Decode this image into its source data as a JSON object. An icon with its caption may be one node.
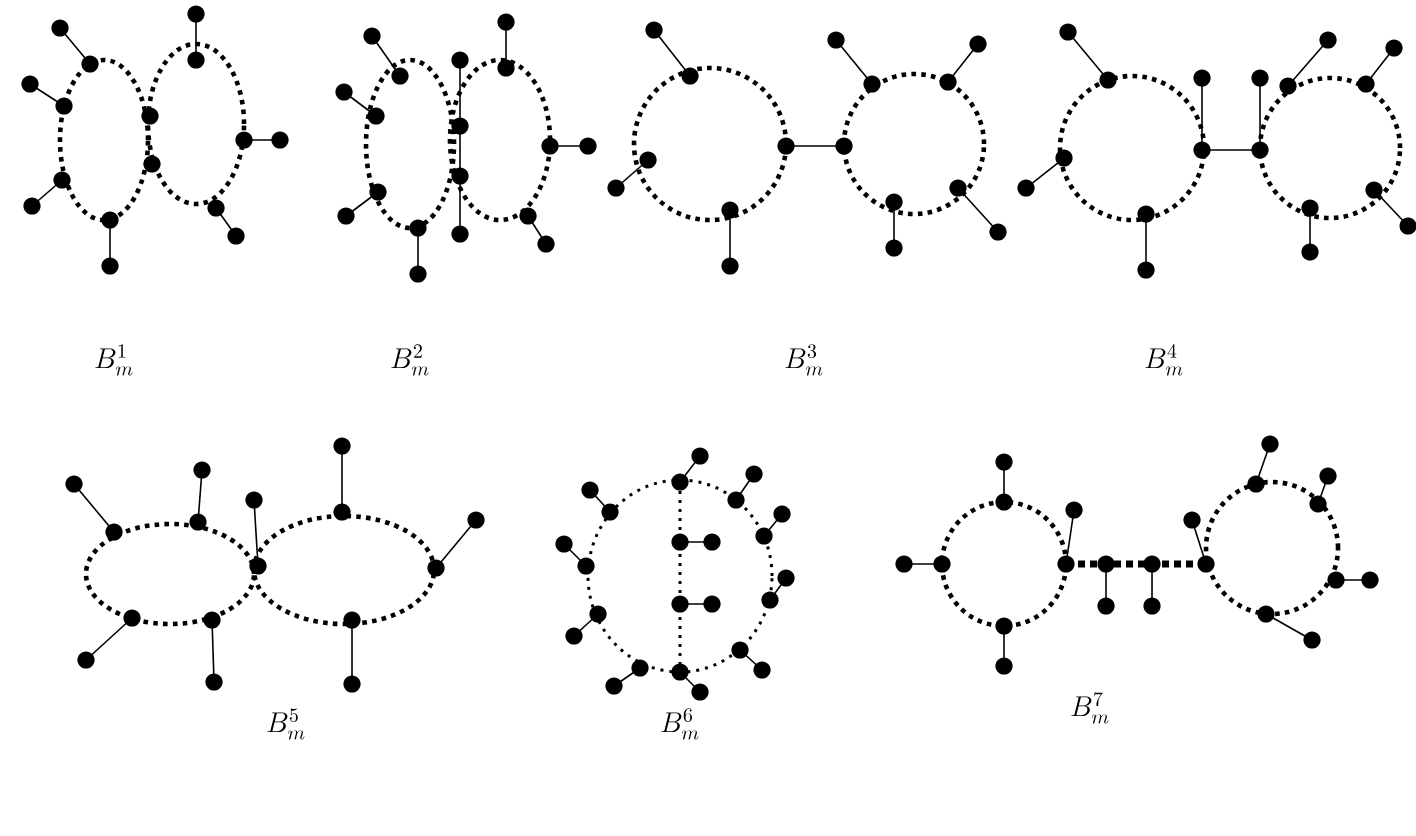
{
  "diagram": {
    "labels": [
      "B_m^1",
      "B_m^2",
      "B_m^3",
      "B_m^4",
      "B_m^5",
      "B_m^6",
      "B_m^7"
    ]
  }
}
